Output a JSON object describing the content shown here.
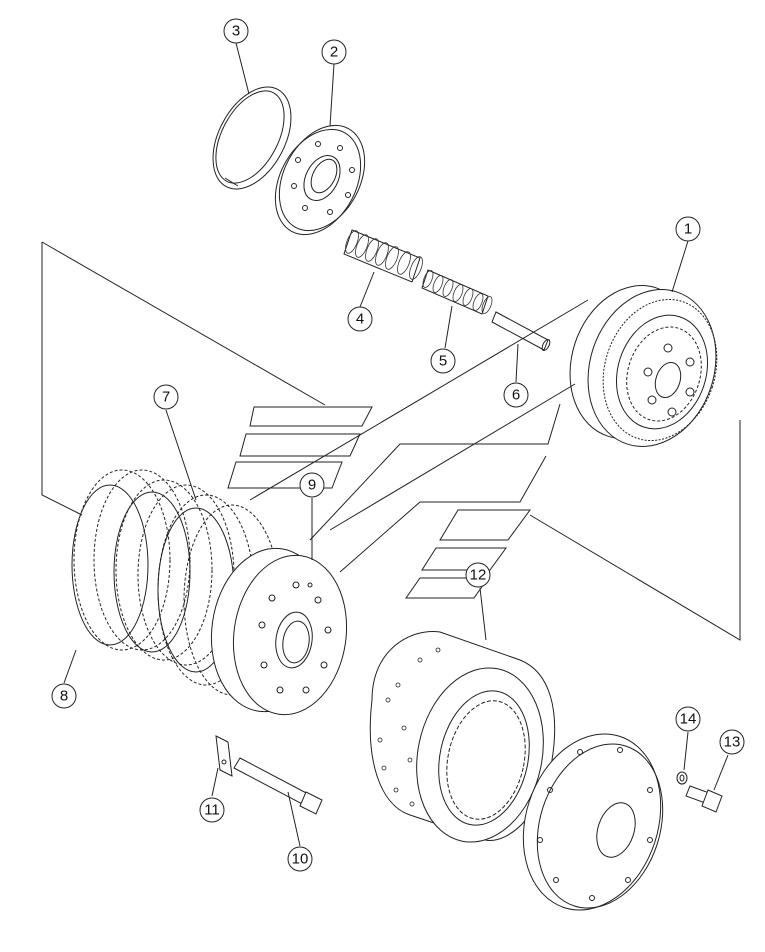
{
  "diagram": {
    "callouts": [
      {
        "number": "1"
      },
      {
        "number": "2"
      },
      {
        "number": "3"
      },
      {
        "number": "4"
      },
      {
        "number": "5"
      },
      {
        "number": "6"
      },
      {
        "number": "7"
      },
      {
        "number": "8"
      },
      {
        "number": "9"
      },
      {
        "number": "10"
      },
      {
        "number": "11"
      },
      {
        "number": "12"
      },
      {
        "number": "13"
      },
      {
        "number": "14"
      }
    ]
  }
}
